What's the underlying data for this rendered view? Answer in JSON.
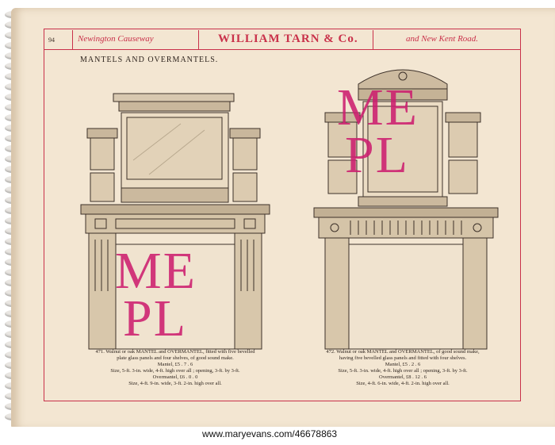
{
  "header": {
    "page_number": "94",
    "left_text": "Newington Causeway",
    "center_text": "WILLIAM TARN & Co.",
    "right_text": "and New Kent Road."
  },
  "section_title": "MANTELS AND OVERMANTELS.",
  "items": [
    {
      "caption_lines": [
        "471.   Walnut or oak MANTEL and OVERMANTEL, fitted with five bevelled",
        "plate glass panels and four shelves, of good sound make.",
        "Mantel, £5 . 7 . 6",
        "Size, 5-ft. 3-in. wide, 4-ft. high over all ; opening, 3-ft. by 3-ft.",
        "Overmantel, £6 . 0 . 0",
        "Size, 4-ft. 9-in. wide, 3-ft. 2-in. high over all."
      ]
    },
    {
      "caption_lines": [
        "472.   Walnut or oak MANTEL and OVERMANTEL, of good sound make,",
        "having five bevelled glass panels and fitted with four shelves.",
        "Mantel, £5 . 2 . 6",
        "Size, 5-ft. 3-in. wide, 4-ft. high over all ; opening, 3-ft. by 3-ft.",
        "Overmantel, £8 . 12 . 6",
        "Size, 4-ft. 6-in. wide, 4-ft. 2-in. high over all."
      ]
    }
  ],
  "watermark": {
    "line1": "ME",
    "line2": "PL",
    "color": "#cc1e6e"
  },
  "footer": {
    "url": "www.maryevans.com/46678863"
  },
  "colors": {
    "paper": "#f3e6d2",
    "rule": "#c9314a",
    "ink": "#2e241e"
  }
}
